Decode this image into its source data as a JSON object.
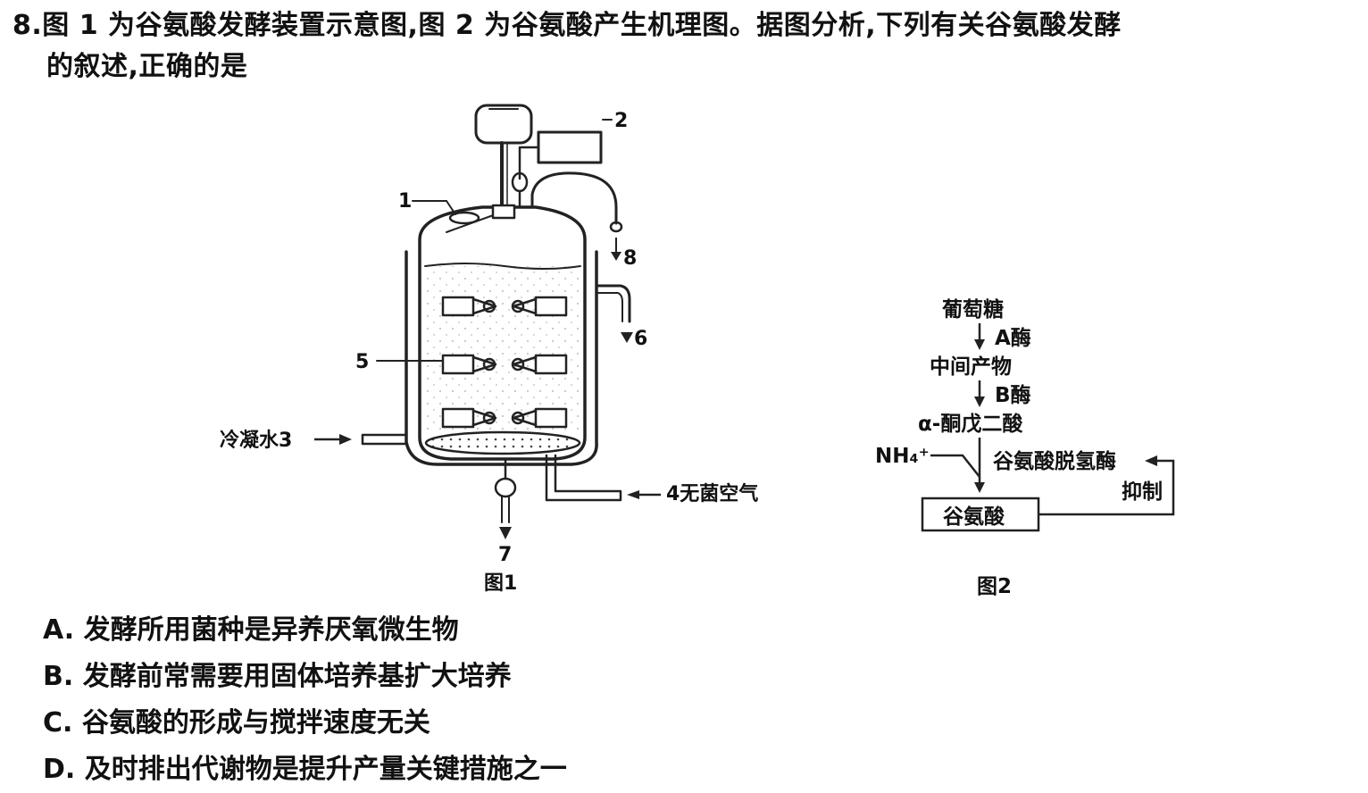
{
  "question": {
    "number": "8.",
    "stem_line1": "图 1 为谷氨酸发酵装置示意图,图 2 为谷氨酸产生机理图。据图分析,下列有关谷氨酸发酵",
    "stem_line2": "的叙述,正确的是"
  },
  "figure1": {
    "caption": "图1",
    "labels": {
      "l1": "1",
      "l2": "2",
      "l3": "冷凝水3",
      "l4": "4无菌空气",
      "l5": "5",
      "l6": "6",
      "l7": "7",
      "l8": "8"
    }
  },
  "figure2": {
    "caption": "图2",
    "glucose": "葡萄糖",
    "enzyme_a": "A酶",
    "intermediate": "中间产物",
    "enzyme_b": "B酶",
    "ketoglutarate": "α-酮戊二酸",
    "ammonium": "NH₄⁺",
    "dehydrogenase": "谷氨酸脱氢酶",
    "inhibit": "抑制",
    "glutamate": "谷氨酸"
  },
  "options": [
    {
      "letter": "A.",
      "text": "发酵所用菌种是异养厌氧微生物"
    },
    {
      "letter": "B.",
      "text": "发酵前常需要用固体培养基扩大培养"
    },
    {
      "letter": "C.",
      "text": "谷氨酸的形成与搅拌速度无关"
    },
    {
      "letter": "D.",
      "text": "及时排出代谢物是提升产量关键措施之一"
    }
  ]
}
